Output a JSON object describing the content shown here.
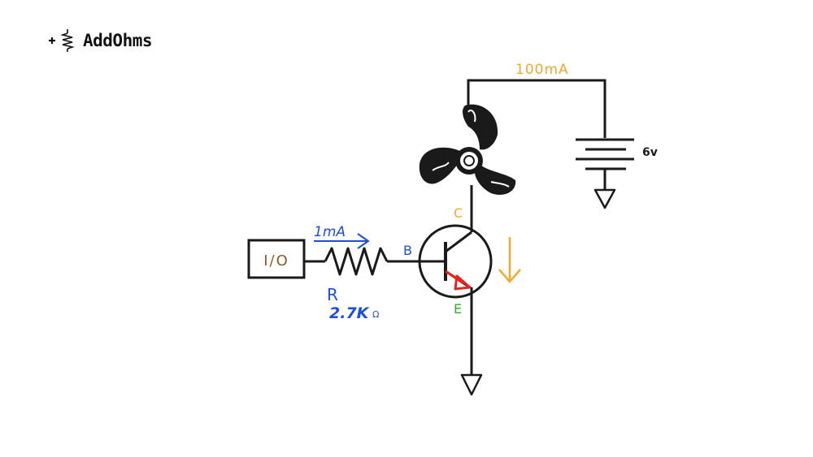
{
  "logo": {
    "text": "AddOhms"
  },
  "diagram": {
    "io_label": "I/O",
    "base_current": "1mA",
    "resistor_name": "R",
    "resistor_value": "2.7K",
    "resistor_unit": "Ω",
    "pin_base": "B",
    "pin_collector": "C",
    "pin_emitter": "E",
    "load_current": "100mA",
    "supply_voltage": "6v"
  },
  "colors": {
    "ink": "#1a1a1a",
    "blue": "#1d4fd8",
    "orange": "#f0a830",
    "green": "#2fae2a",
    "red": "#e8231f",
    "io_text": "#8a5a2b"
  }
}
